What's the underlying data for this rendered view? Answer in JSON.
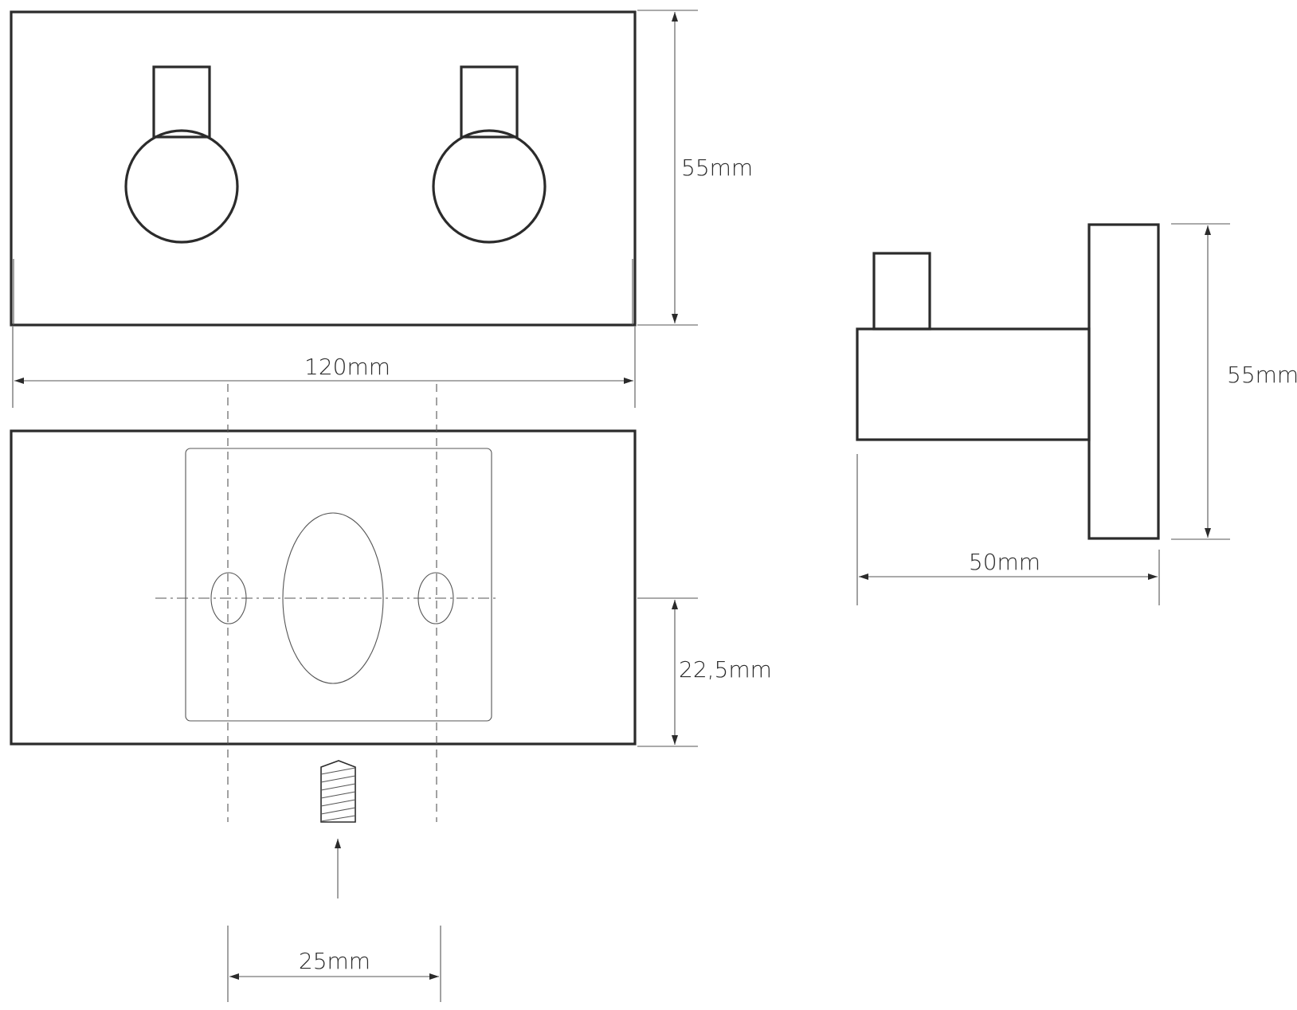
{
  "dimensions": {
    "front_height": "55mm",
    "front_width": "120mm",
    "side_height": "55mm",
    "side_depth": "50mm",
    "mount_offset": "22,5mm",
    "hole_spacing": "25mm"
  }
}
